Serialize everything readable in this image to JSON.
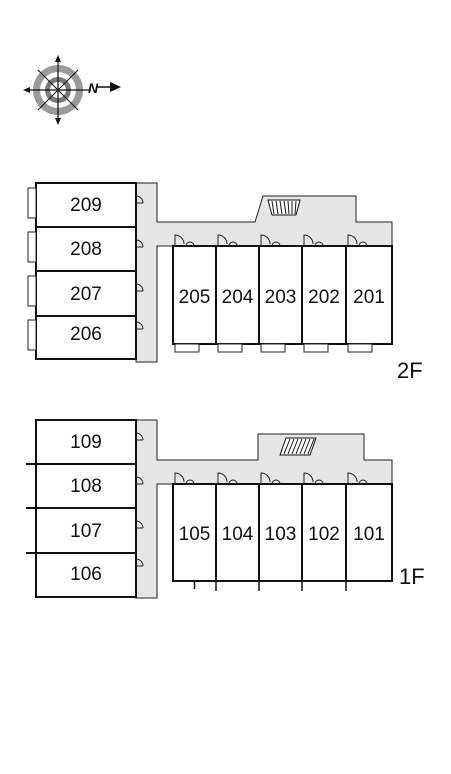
{
  "compass": {
    "north_label": "N",
    "icon": "compass-rose-icon"
  },
  "floors": [
    {
      "label": "2F",
      "west_units": [
        "209",
        "208",
        "207",
        "206"
      ],
      "east_units": [
        "205",
        "204",
        "203",
        "202",
        "201"
      ]
    },
    {
      "label": "1F",
      "west_units": [
        "109",
        "108",
        "107",
        "106"
      ],
      "east_units": [
        "105",
        "104",
        "103",
        "102",
        "101"
      ]
    }
  ],
  "colors": {
    "corridor": "#e6e6e6",
    "wall": "#111111",
    "background": "#ffffff"
  }
}
